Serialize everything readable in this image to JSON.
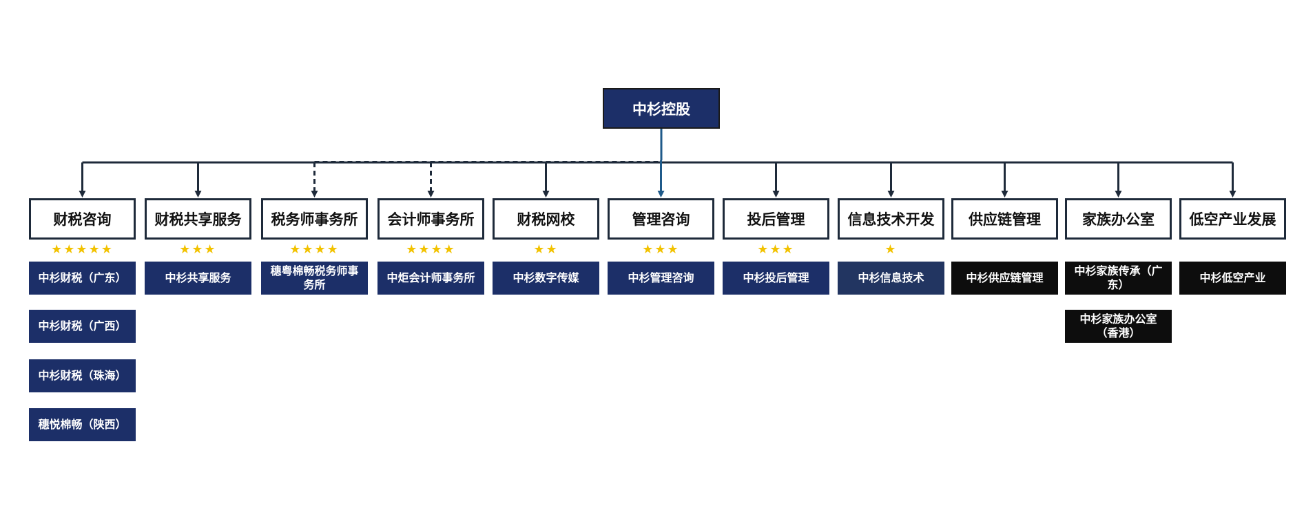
{
  "root": {
    "label": "中杉控股"
  },
  "colors": {
    "navy": "#1c2f68",
    "black": "#0d0d0d",
    "line": "#1e2a3a",
    "star": "#f2c200",
    "blue_line": "#1f5a8a"
  },
  "departments": [
    {
      "label": "财税咨询",
      "stars": 5,
      "stars_text": "★★★★★",
      "connector": "solid",
      "subs": [
        {
          "label": "中杉财税（广东）",
          "style": "navy"
        },
        {
          "label": "中杉财税（广西）",
          "style": "navy"
        },
        {
          "label": "中杉财税（珠海）",
          "style": "navy"
        },
        {
          "label": "穗悦棉畅（陕西）",
          "style": "navy"
        }
      ]
    },
    {
      "label": "财税共享服务",
      "stars": 3,
      "stars_text": "★★★",
      "connector": "solid",
      "subs": [
        {
          "label": "中杉共享服务",
          "style": "navy"
        }
      ]
    },
    {
      "label": "税务师事务所",
      "stars": 4,
      "stars_text": "★★★★",
      "connector": "dashed",
      "subs": [
        {
          "label": "穗粤棉畅税务师事务所",
          "style": "navy"
        }
      ]
    },
    {
      "label": "会计师事务所",
      "stars": 4,
      "stars_text": "★★★★",
      "connector": "dashed",
      "subs": [
        {
          "label": "中炬会计师事务所",
          "style": "navy"
        }
      ]
    },
    {
      "label": "财税网校",
      "stars": 2,
      "stars_text": "★★",
      "connector": "solid",
      "subs": [
        {
          "label": "中杉数字传媒",
          "style": "navy"
        }
      ]
    },
    {
      "label": "管理咨询",
      "stars": 3,
      "stars_text": "★★★",
      "connector": "blue",
      "subs": [
        {
          "label": "中杉管理咨询",
          "style": "navy"
        }
      ]
    },
    {
      "label": "投后管理",
      "stars": 3,
      "stars_text": "★★★",
      "connector": "solid",
      "subs": [
        {
          "label": "中杉投后管理",
          "style": "navy"
        }
      ]
    },
    {
      "label": "信息技术开发",
      "stars": 1,
      "stars_text": "★",
      "connector": "solid",
      "subs": [
        {
          "label": "中杉信息技术",
          "style": "navy2"
        }
      ]
    },
    {
      "label": "供应链管理",
      "stars": 0,
      "stars_text": "",
      "connector": "solid",
      "subs": [
        {
          "label": "中杉供应链管理",
          "style": "black"
        }
      ]
    },
    {
      "label": "家族办公室",
      "stars": 0,
      "stars_text": "",
      "connector": "solid",
      "subs": [
        {
          "label": "中杉家族传承（广东）",
          "style": "black"
        },
        {
          "label": "中杉家族办公室（香港）",
          "style": "black"
        }
      ]
    },
    {
      "label": "低空产业发展",
      "stars": 0,
      "stars_text": "",
      "connector": "solid",
      "subs": [
        {
          "label": "中杉低空产业",
          "style": "black"
        }
      ]
    }
  ]
}
